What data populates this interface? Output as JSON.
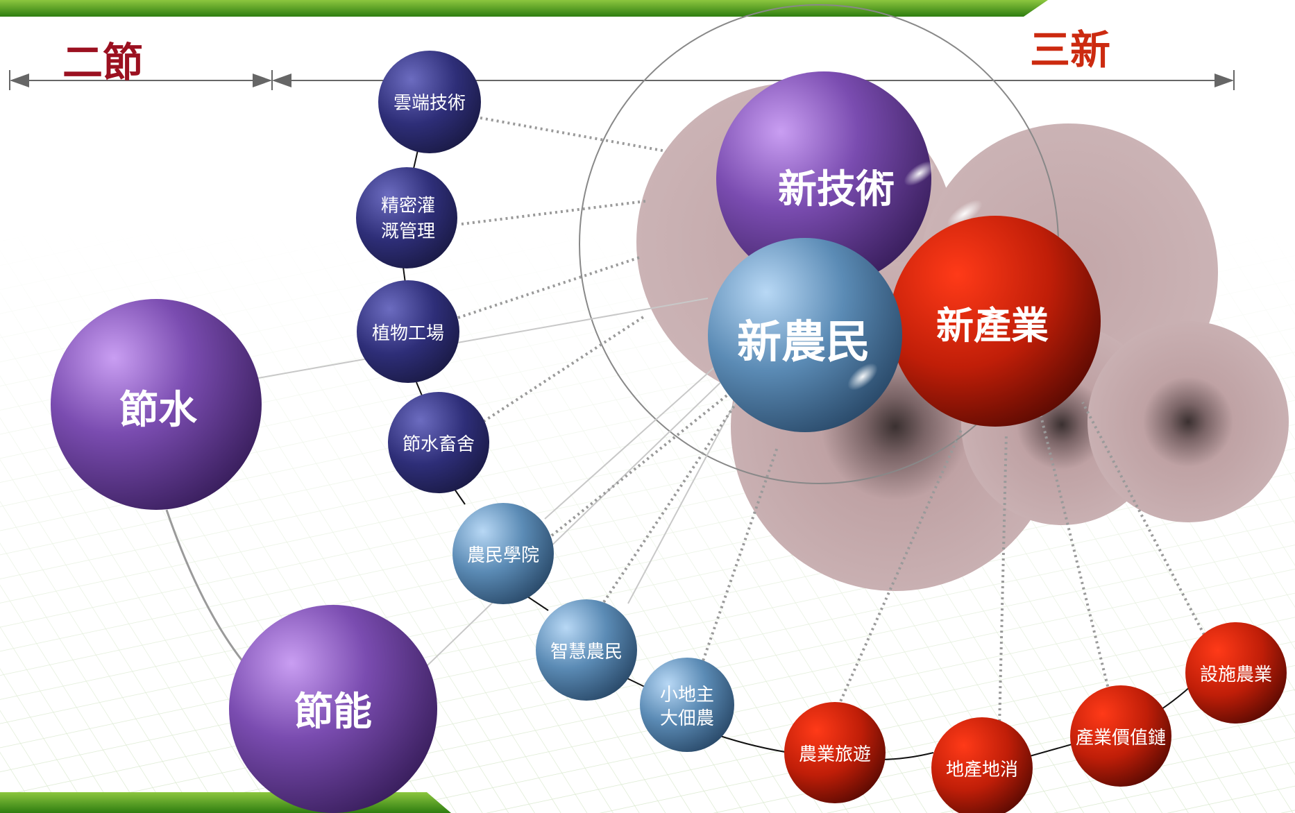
{
  "headers": {
    "left": "二節",
    "right": "三新",
    "left_color": "#9b1020",
    "right_color": "#cc2a10"
  },
  "bands": {
    "top_color": "#3f8f1a",
    "bottom_color": "#2e7d10"
  },
  "big": {
    "tech": "新技術",
    "farmer": "新農民",
    "industry": "新產業",
    "save_water": "節水",
    "save_energy": "節能"
  },
  "nodes": {
    "cloud": "雲端技術",
    "irrigation_line1": "精密灌",
    "irrigation_line2": "溉管理",
    "plant_factory": "植物工場",
    "barn": "節水畜舍",
    "academy": "農民學院",
    "smart": "智慧農民",
    "small_line1": "小地主",
    "small_line2": "大佃農",
    "tourism": "農業旅遊",
    "local": "地產地消",
    "value_chain": "產業價值鏈",
    "facility": "設施農業"
  },
  "colors": {
    "purple": "#6b3fa0",
    "navy": "#2f2f7a",
    "blue": "#4e7fa8",
    "red": "#b01808",
    "mauve": "#c6a8aa"
  }
}
